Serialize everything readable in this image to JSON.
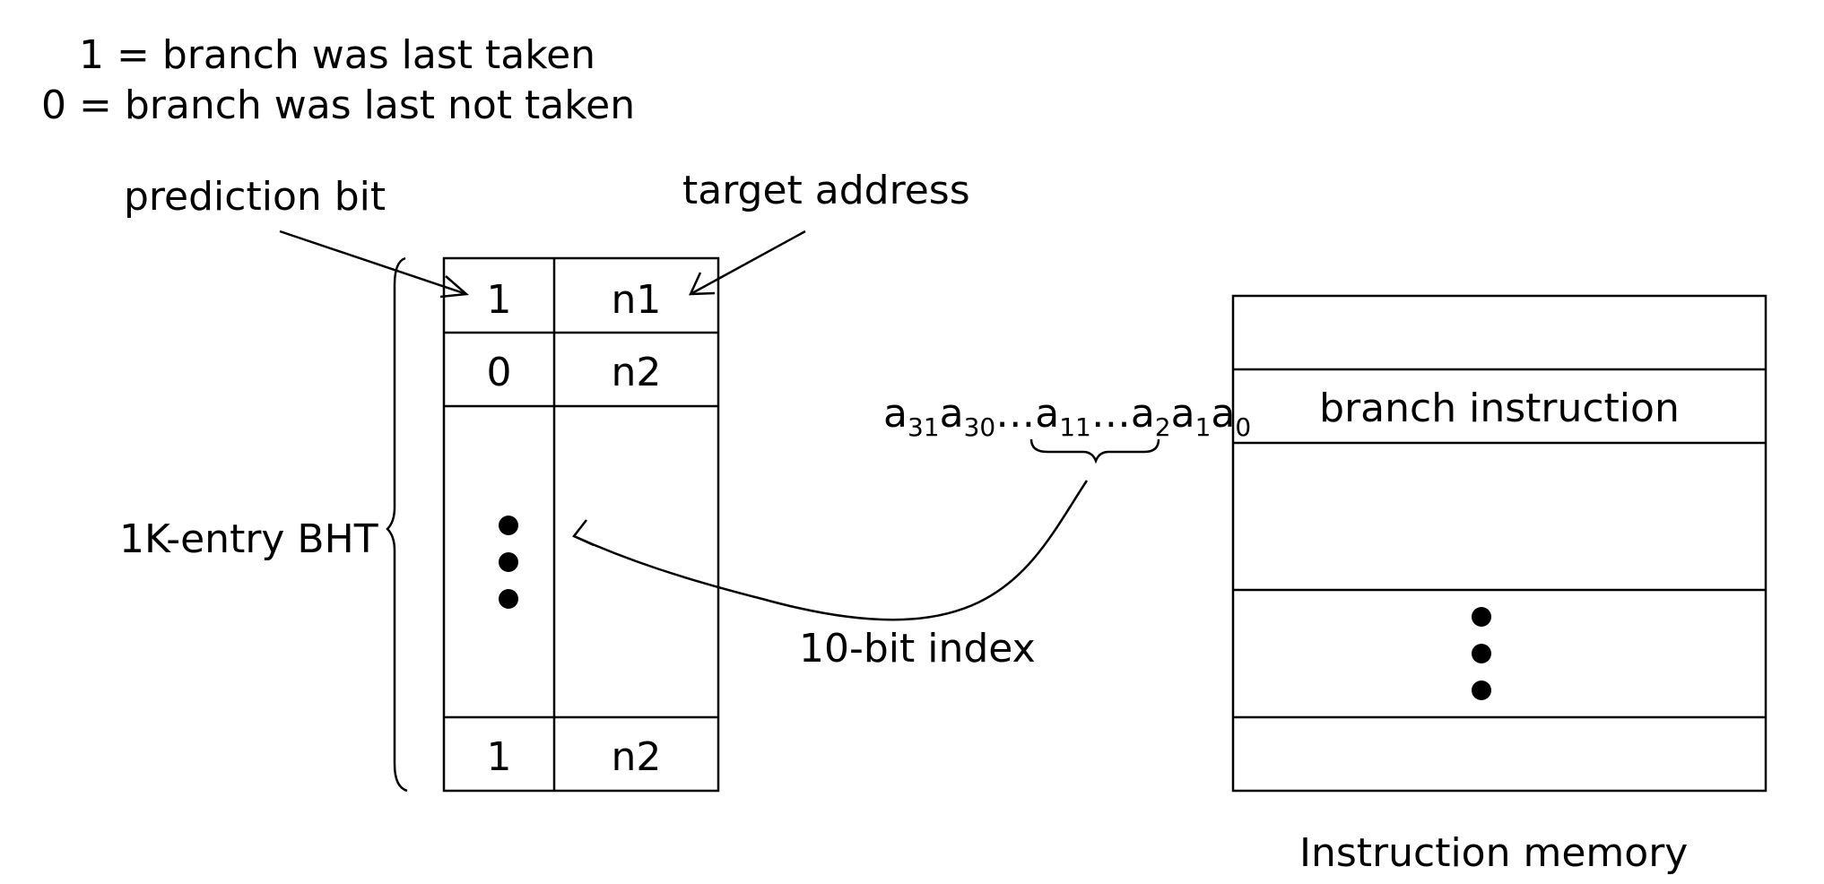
{
  "legend": {
    "line1": "1 = branch was last taken",
    "line2": "0 = branch was last not taken"
  },
  "labels": {
    "prediction_bit": "prediction bit",
    "target_address": "target address",
    "bht": "1K-entry BHT",
    "index": "10-bit index",
    "instruction_memory": "Instruction memory",
    "branch_instruction": "branch instruction"
  },
  "bht_rows": [
    {
      "bit": "1",
      "target": "n1"
    },
    {
      "bit": "0",
      "target": "n2"
    },
    {
      "bit": "1",
      "target": "n2"
    }
  ],
  "address_bits": {
    "p1": "a",
    "s1": "31",
    "p2": "a",
    "s2": "30",
    "p3": "…a",
    "s3": "11",
    "p4": "…a",
    "s4": "2",
    "p5": "a",
    "s5": "1",
    "p6": "a",
    "s6": "0"
  }
}
